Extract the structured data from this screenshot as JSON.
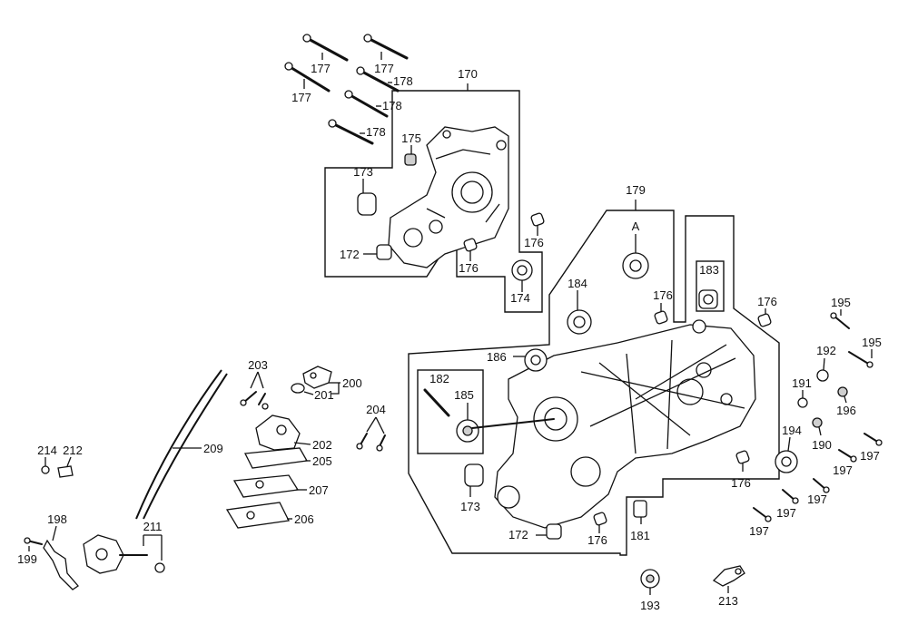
{
  "diagram": {
    "labels": {
      "l170": "170",
      "l177a": "177",
      "l177b": "177",
      "l177c": "177",
      "l178a": "178",
      "l178b": "178",
      "l178c": "178",
      "l175": "175",
      "l173a": "173",
      "l172a": "172",
      "l176a": "176",
      "l176b": "176",
      "l174": "174",
      "l179": "179",
      "lA": "A",
      "l184": "184",
      "l176c": "176",
      "l183": "183",
      "l176d": "176",
      "l186": "186",
      "l182": "182",
      "l185": "185",
      "l173b": "173",
      "l172b": "172",
      "l176e": "176",
      "l181": "181",
      "l176f": "176",
      "l195a": "195",
      "l195b": "195",
      "l192": "192",
      "l191": "191",
      "l196": "196",
      "l194": "194",
      "l190": "190",
      "l197a": "197",
      "l197b": "197",
      "l197c": "197",
      "l197d": "197",
      "l197e": "197",
      "l193": "193",
      "l213": "213",
      "l203": "203",
      "l200": "200",
      "l201": "201",
      "l204": "204",
      "l202": "202",
      "l205": "205",
      "l207": "207",
      "l206": "206",
      "l209": "209",
      "l214": "214",
      "l212": "212",
      "l198": "198",
      "l199": "199",
      "l211": "211"
    }
  }
}
